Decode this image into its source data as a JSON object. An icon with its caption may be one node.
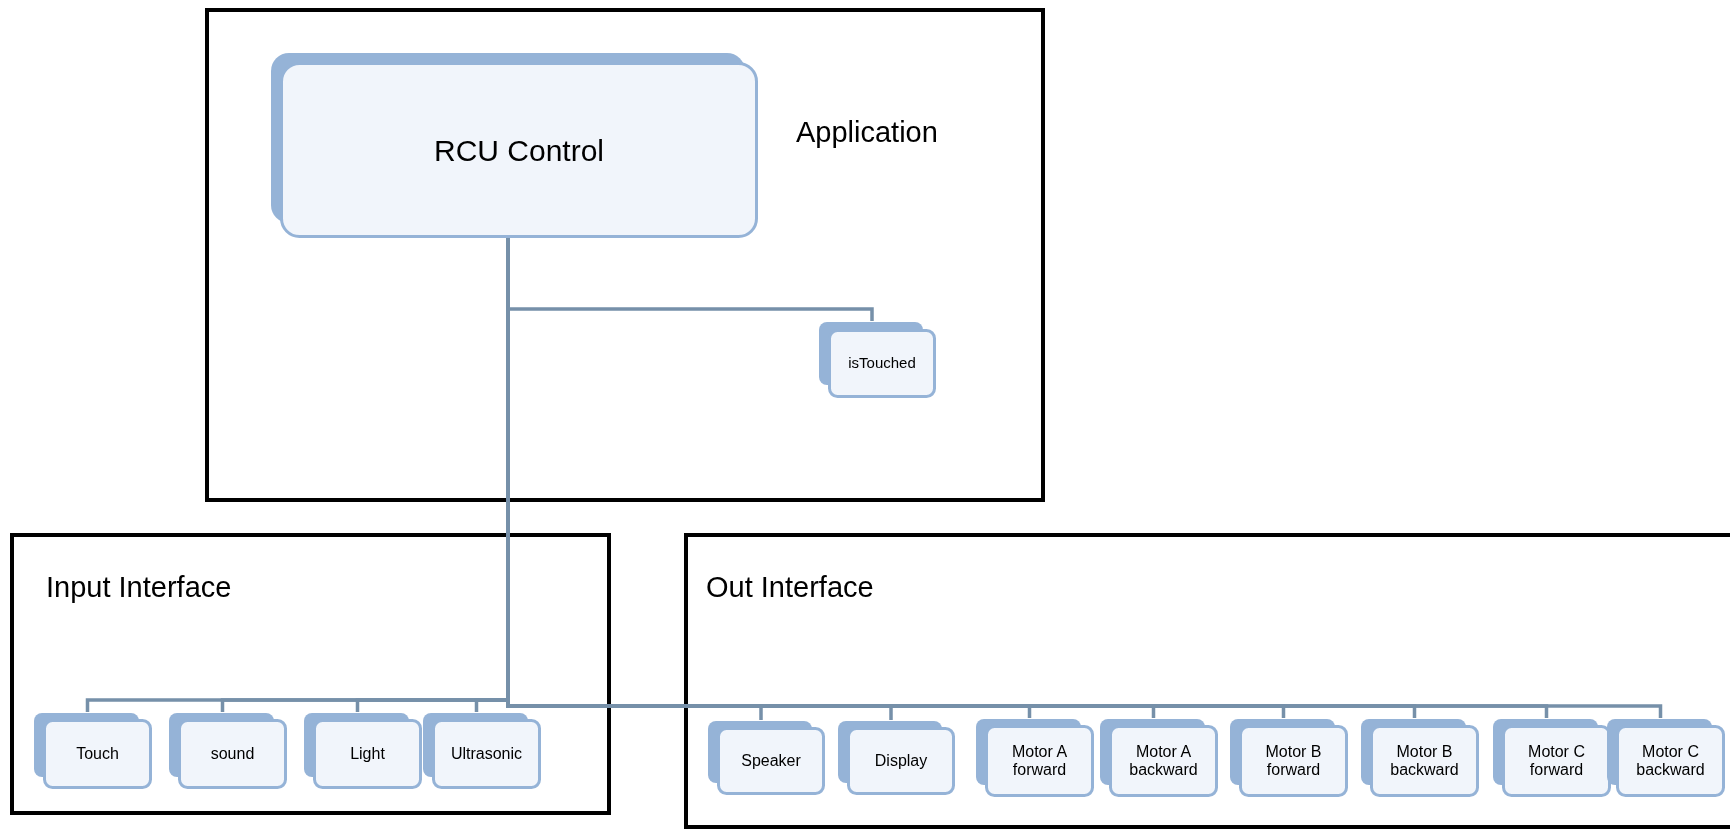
{
  "diagram": {
    "nodes": [
      {
        "text": [
          "Application"
        ]
      },
      {
        "text": [
          "RCU Control"
        ],
        "in": 0
      },
      {
        "text": [
          "isTouched"
        ],
        "in": 0
      },
      {
        "text": [
          "Input Interface"
        ]
      },
      {
        "text": [
          "Touch"
        ],
        "in": 3
      },
      {
        "text": [
          "sound"
        ],
        "in": 3
      },
      {
        "text": [
          "Light"
        ],
        "in": 3
      },
      {
        "text": [
          "Ultrasonic"
        ],
        "in": 3
      },
      {
        "text": [
          "Out Interface"
        ]
      },
      {
        "text": [
          "Speaker"
        ],
        "in": 8
      },
      {
        "text": [
          "Display"
        ],
        "in": 8
      },
      {
        "text": [
          "Motor A forward"
        ],
        "in": 8
      },
      {
        "text": [
          "Motor A backward"
        ],
        "in": 8
      },
      {
        "text": [
          "Motor B forward"
        ],
        "in": 8
      },
      {
        "text": [
          "Motor B backward"
        ],
        "in": 8
      },
      {
        "text": [
          "Motor C forward"
        ],
        "in": 8
      },
      {
        "text": [
          "Motor C backward"
        ],
        "in": 8
      }
    ],
    "edges": [
      {
        "from": 1,
        "to": 2,
        "arrow": "none"
      },
      {
        "from": 1,
        "to": 4,
        "arrow": "none"
      },
      {
        "from": 1,
        "to": 5,
        "arrow": "none"
      },
      {
        "from": 1,
        "to": 6,
        "arrow": "none"
      },
      {
        "from": 1,
        "to": 7,
        "arrow": "none"
      },
      {
        "from": 1,
        "to": 9,
        "arrow": "none"
      },
      {
        "from": 1,
        "to": 10,
        "arrow": "none"
      },
      {
        "from": 1,
        "to": 11,
        "arrow": "none"
      },
      {
        "from": 1,
        "to": 12,
        "arrow": "none"
      },
      {
        "from": 1,
        "to": 13,
        "arrow": "none"
      },
      {
        "from": 1,
        "to": 14,
        "arrow": "none"
      },
      {
        "from": 1,
        "to": 15,
        "arrow": "none"
      },
      {
        "from": 1,
        "to": 16,
        "arrow": "none"
      }
    ]
  }
}
